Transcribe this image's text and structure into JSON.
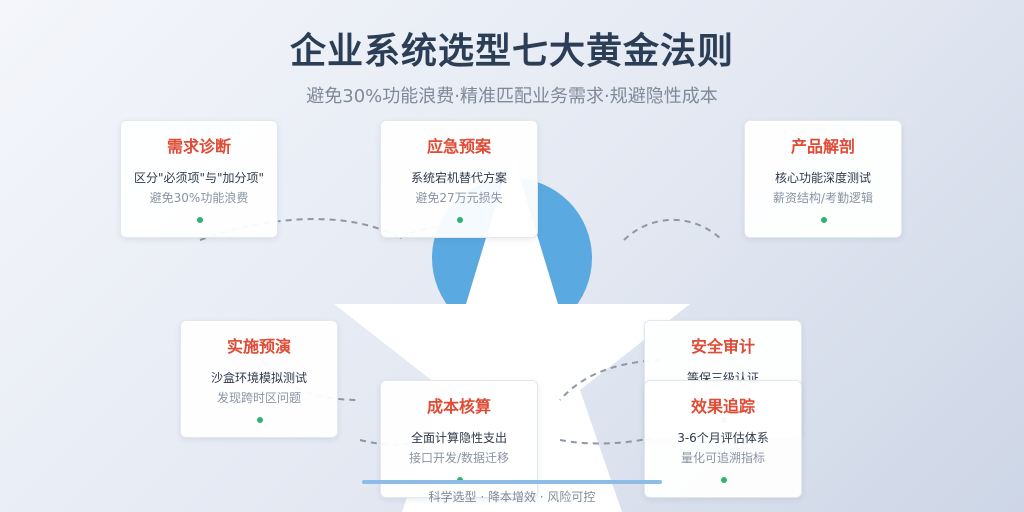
{
  "header": {
    "title": "企业系统选型七大黄金法则",
    "subtitle": "避免30%功能浪费·精准匹配业务需求·规避隐性成本"
  },
  "cards": [
    {
      "title": "需求诊断",
      "line1": "区分\"必须项\"与\"加分项\"",
      "line2": "避免30%功能浪费"
    },
    {
      "title": "应急预案",
      "line1": "系统宕机替代方案",
      "line2": "避免27万元损失"
    },
    {
      "title": "产品解剖",
      "line1": "核心功能深度测试",
      "line2": "薪资结构/考勤逻辑"
    },
    {
      "title": "实施预演",
      "line1": "沙盒环境模拟测试",
      "line2": "发现跨时区问题"
    },
    {
      "title": "安全审计",
      "line1": "等保三级认证",
      "line2": ""
    },
    {
      "title": "成本核算",
      "line1": "全面计算隐性支出",
      "line2": "接口开发/数据迁移"
    },
    {
      "title": "效果追踪",
      "line1": "3-6个月评估体系",
      "line2": "量化可追溯指标"
    }
  ],
  "footer": "科学选型 · 降本增效 · 风险可控",
  "colors": {
    "title": "#2c3e55",
    "card_title": "#e04b35",
    "dot": "#2fb36e",
    "circle": "#5aa9e0",
    "bar": "#8dbde6"
  }
}
